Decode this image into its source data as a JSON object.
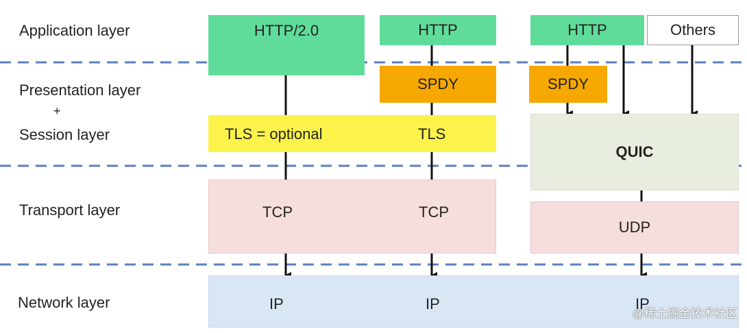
{
  "colors": {
    "http": "#5fdc99",
    "spdy": "#f6a800",
    "tls": "#fbf34a",
    "quic": "#e8eedf",
    "tcp": "#f5dedd",
    "udp": "#f5dedd",
    "ip": "#d9e7f5",
    "others": "#ffffff",
    "dash": "#5a7fbf",
    "line": "#111111"
  },
  "layers": {
    "application": "Application layer",
    "presentation": "Presentation layer",
    "plus": "+",
    "session": "Session layer",
    "transport": "Transport layer",
    "network": "Network layer"
  },
  "boxes": {
    "http2": "HTTP/2.0",
    "http_mid": "HTTP",
    "http_right": "HTTP",
    "others": "Others",
    "spdy_mid": "SPDY",
    "spdy_right": "SPDY",
    "tls_optional": "TLS = optional",
    "tls": "TLS",
    "quic": "QUIC",
    "tcp_left": "TCP",
    "tcp_right": "TCP",
    "udp": "UDP",
    "ip_left": "IP",
    "ip_mid": "IP",
    "ip_right": "IP"
  },
  "watermark": "@稀土掘金技术社区"
}
